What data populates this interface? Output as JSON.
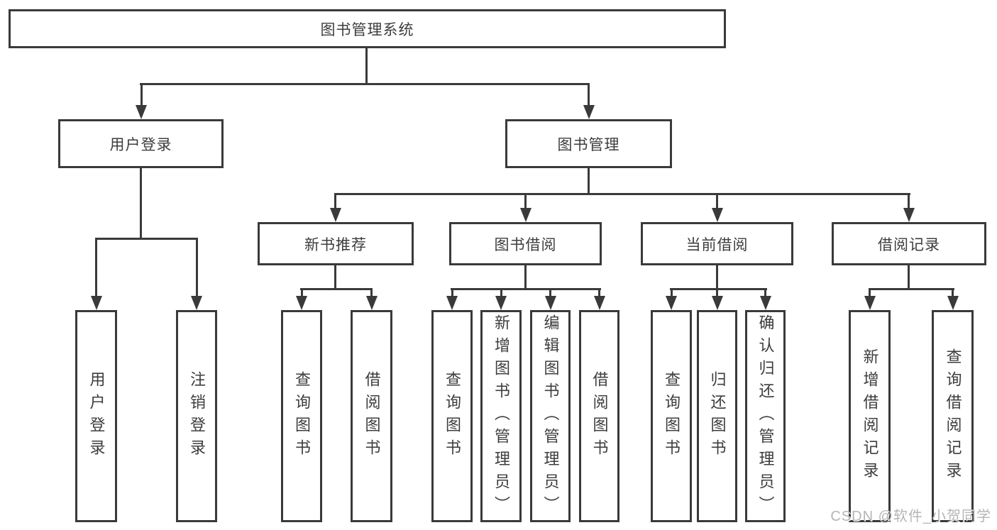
{
  "diagram": {
    "title": "图书管理系统",
    "watermark": "CSDN @软件_小贺同学",
    "colors": {
      "line": "#3a3a3a",
      "text": "#3d3d3d",
      "background": "#ffffff",
      "watermark": "#b5b5b5"
    },
    "nodes": {
      "root": {
        "label": "图书管理系统"
      },
      "level2": [
        {
          "label": "用户登录"
        },
        {
          "label": "图书管理"
        }
      ],
      "level3": [
        {
          "label": "新书推荐"
        },
        {
          "label": "图书借阅"
        },
        {
          "label": "当前借阅"
        },
        {
          "label": "借阅记录"
        }
      ],
      "leaves": [
        "用户登录",
        "注销登录",
        "查询图书",
        "借阅图书",
        "查询图书",
        "新增图书（管理员）",
        "编辑图书（管理员）",
        "借阅图书",
        "查询图书",
        "归还图书",
        "确认归还（管理员）",
        "新增借阅记录",
        "查询借阅记录"
      ]
    }
  }
}
